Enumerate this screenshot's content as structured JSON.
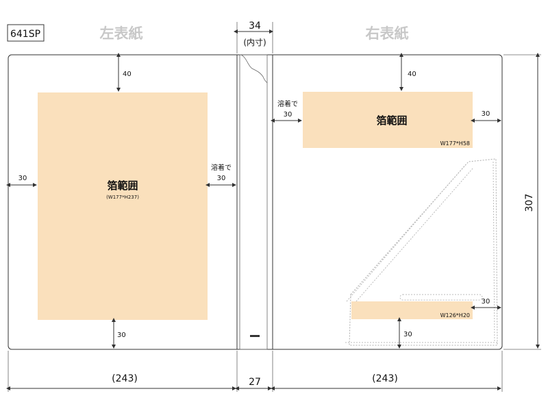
{
  "model_code": "641SP",
  "left_cover_label": "左表紙",
  "right_cover_label": "右表紙",
  "spine": {
    "inner_width": "34",
    "inner_note": "(内寸)",
    "outer_width": "27"
  },
  "left_foil": {
    "title": "箔範囲",
    "size": "(W177*H237)"
  },
  "right_foil": {
    "title": "箔範囲",
    "size": "W177*H58"
  },
  "bottom_foil": {
    "size": "W126*H20"
  },
  "weld_text": "溶着で",
  "dims": {
    "left_top": "40",
    "left_side": "30",
    "left_bottom": "30",
    "left_weld": "30",
    "right_top": "40",
    "right_weld": "30",
    "right_side": "30",
    "right_lower_side": "30",
    "right_lower_bottom": "30",
    "total_height": "307",
    "left_width": "(243)",
    "right_width": "(243)"
  }
}
